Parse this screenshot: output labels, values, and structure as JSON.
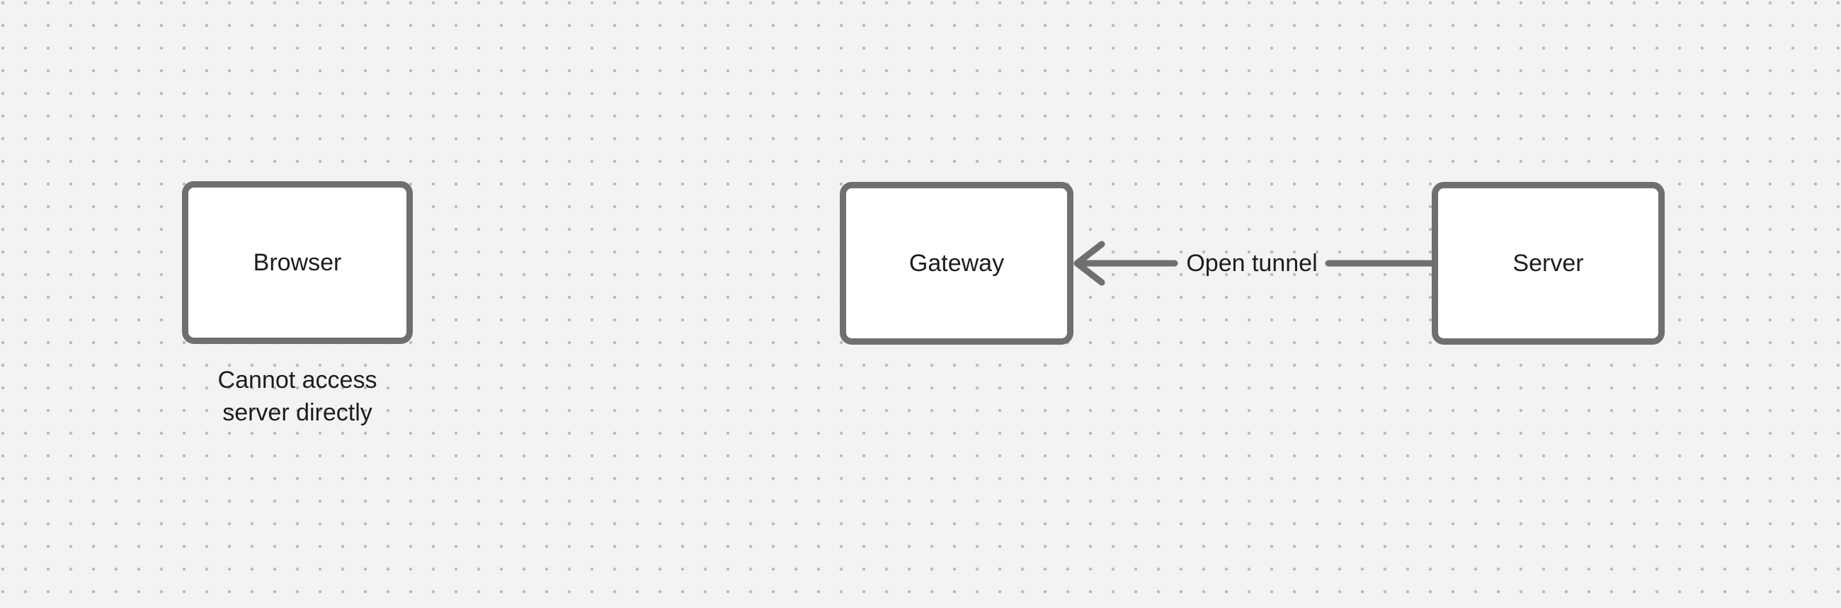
{
  "canvas": {
    "background_color": "#f3f3f2",
    "dot_grid_color": "#bababa"
  },
  "colors": {
    "shape_stroke": "#6f6f6f",
    "text": "#1d1d1d",
    "node_fill": "#ffffff"
  },
  "diagram": {
    "nodes": [
      {
        "id": "browser",
        "label": "Browser"
      },
      {
        "id": "gateway",
        "label": "Gateway"
      },
      {
        "id": "server",
        "label": "Server"
      }
    ],
    "edge": {
      "from": "Server",
      "to": "Gateway",
      "direction": "left",
      "label": "Open tunnel"
    },
    "annotation": {
      "attached_to": "browser",
      "lines": [
        "Cannot access",
        "server directly"
      ]
    }
  }
}
